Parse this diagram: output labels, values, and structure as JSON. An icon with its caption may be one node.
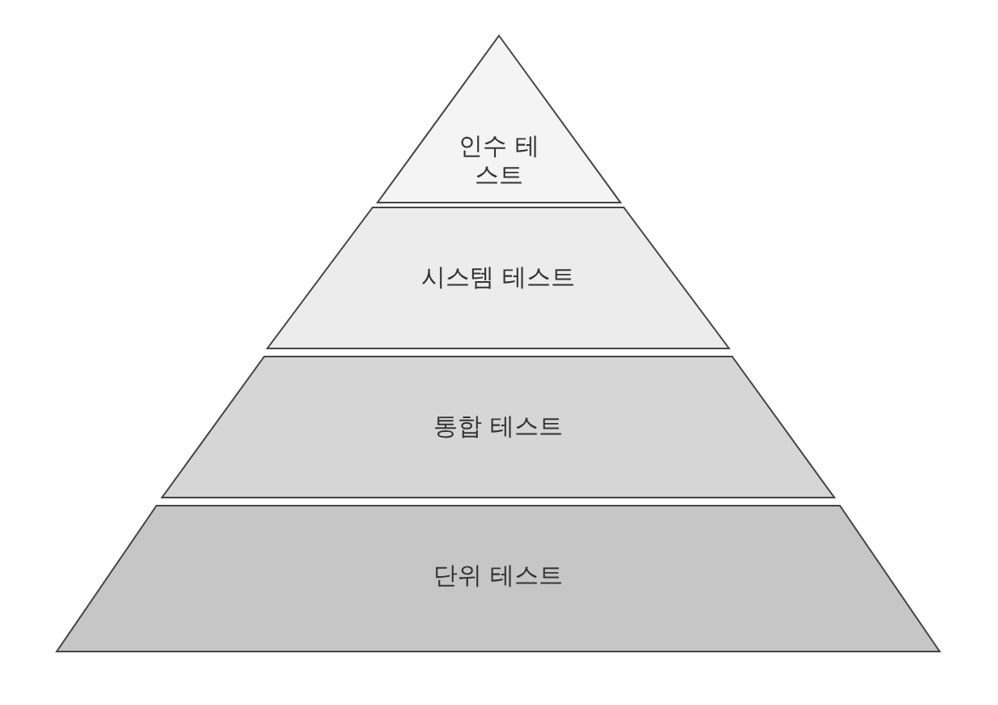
{
  "diagram": {
    "nodes": [
      {
        "text": [
          "인수 테스트"
        ]
      },
      {
        "text": [
          "시스템 테스트"
        ]
      },
      {
        "text": [
          "통합 테스트"
        ]
      },
      {
        "text": [
          "단위 테스트"
        ]
      }
    ]
  }
}
